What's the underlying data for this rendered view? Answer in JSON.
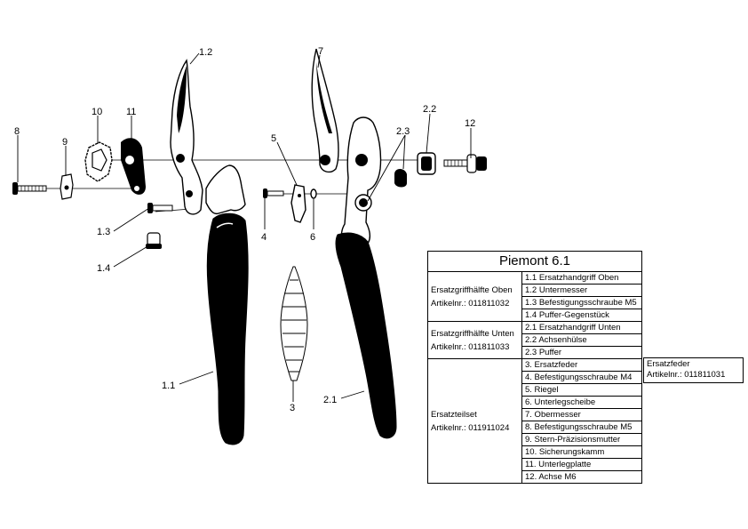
{
  "callouts": {
    "c8": "8",
    "c9": "9",
    "c10": "10",
    "c11": "11",
    "c12_upper": "1.2",
    "c13": "1.3",
    "c14": "1.4",
    "c11_handle": "1.1",
    "c3": "3",
    "c4": "4",
    "c5": "5",
    "c6": "6",
    "c7": "7",
    "c21": "2.1",
    "c22": "2.2",
    "c23": "2.3",
    "c12": "12"
  },
  "table": {
    "title": "Piemont 6.1",
    "groups": [
      {
        "name": "Ersatzgriffhälfte Oben",
        "article": "Artikelnr.: 011811032",
        "items": [
          "1.1 Ersatzhandgriff Oben",
          "1.2 Untermesser",
          "1.3 Befestigungsschraube M5",
          "1.4 Puffer-Gegenstück"
        ]
      },
      {
        "name": "Ersatzgriffhälfte Unten",
        "article": "Artikelnr.: 011811033",
        "items": [
          "2.1 Ersatzhandgriff Unten",
          "2.2 Achsenhülse",
          "2.3 Puffer"
        ]
      },
      {
        "name": "Ersatzteilset",
        "article": "Artikelnr.: 011911024",
        "items": [
          "3.   Ersatzfeder",
          "4.   Befestigungsschraube M4",
          "5.   Riegel",
          "6.   Unterlegscheibe",
          "7.   Obermesser",
          "8.   Befestigungsschraube M5",
          "9.   Stern-Präzisionsmutter",
          "10. Sicherungskamm",
          "11. Unterlegplatte",
          "12. Achse M6"
        ]
      }
    ],
    "side_note": {
      "line1": "Ersatzfeder",
      "line2": "Artikelnr.: 011811031"
    }
  }
}
